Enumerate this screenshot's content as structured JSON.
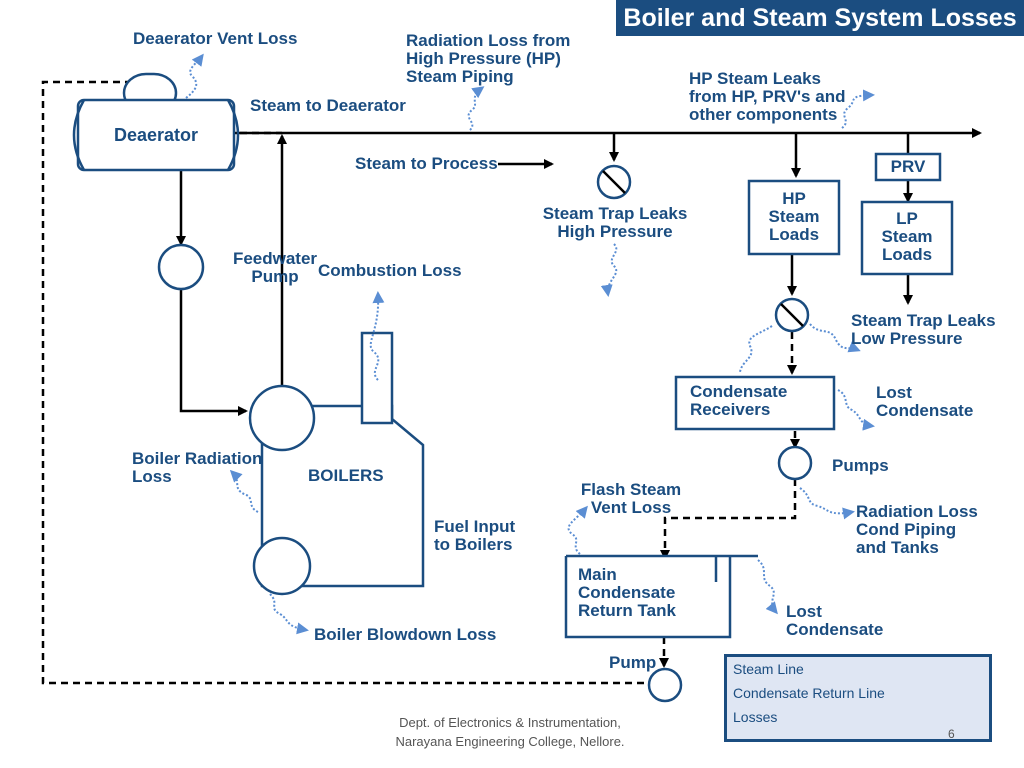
{
  "title": "Boiler and Steam System Losses",
  "colors": {
    "primary": "#1b4d80",
    "loss": "#5b8ed3",
    "legend_bg": "#dfe6f3"
  },
  "components": {
    "deaerator": "Deaerator",
    "boilers": "BOILERS",
    "prv": "PRV",
    "hp_loads": "HP\nSteam\nLoads",
    "lp_loads": "LP\nSteam\nLoads",
    "condensate_receivers": "Condensate\nReceivers",
    "main_tank": "Main\nCondensate\nReturn Tank"
  },
  "labels": {
    "deaerator_vent_loss": "Deaerator Vent Loss",
    "radiation_loss_hp": "Radiation Loss from\nHigh Pressure (HP)\nSteam Piping",
    "hp_steam_leaks": "HP Steam Leaks\nfrom HP, PRV's and\nother components",
    "steam_to_deaerator": "Steam to Deaerator",
    "steam_to_process": "Steam to Process",
    "trap_leaks_hp": "Steam Trap Leaks\nHigh Pressure",
    "feedwater_pump": "Feedwater\nPump",
    "combustion_loss": "Combustion Loss",
    "trap_leaks_lp": "Steam Trap Leaks\nLow Pressure",
    "lost_condensate_1": "Lost\nCondensate",
    "pumps": "Pumps",
    "boiler_radiation_loss": "Boiler Radiation\nLoss",
    "flash_steam_vent_loss": "Flash Steam\nVent Loss",
    "radiation_loss_cond": "Radiation Loss\nCond Piping\nand Tanks",
    "fuel_input": "Fuel Input\nto Boilers",
    "lost_condensate_2": "Lost\nCondensate",
    "boiler_blowdown_loss": "Boiler Blowdown Loss",
    "pump": "Pump"
  },
  "legend": {
    "steam_line": "Steam Line",
    "condensate_return_line": "Condensate Return Line",
    "losses": "Losses"
  },
  "footer": {
    "dept": "Dept. of Electronics & Instrumentation,\nNarayana Engineering College, Nellore.",
    "page": "6"
  }
}
